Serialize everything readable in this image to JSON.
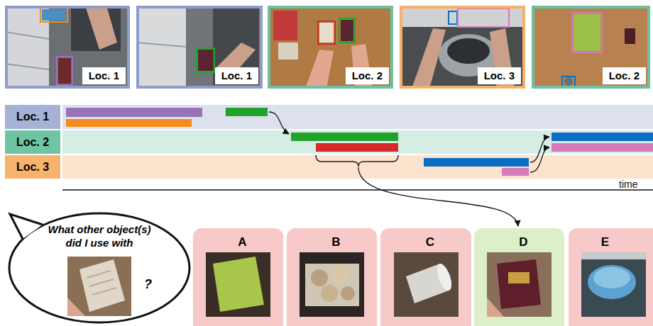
{
  "diagram": {
    "nodes": [
      {
        "text": [
          "Loc. 1"
        ]
      },
      {
        "text": [
          "Loc. 1"
        ]
      },
      {
        "text": [
          "Loc. 2"
        ]
      },
      {
        "text": [
          "Loc. 3"
        ]
      },
      {
        "text": [
          "Loc. 2"
        ]
      },
      {
        "text": [
          "Loc. 1"
        ]
      },
      {
        "text": [
          "Loc. 2"
        ]
      },
      {
        "text": [
          "Loc. 3"
        ]
      },
      {
        "text": [
          "What other object(s) did I use with",
          "?"
        ]
      },
      {
        "text": [
          "A"
        ]
      },
      {
        "text": [
          "B"
        ]
      },
      {
        "text": [
          "C"
        ]
      },
      {
        "text": [
          "D"
        ]
      },
      {
        "text": [
          "E"
        ]
      }
    ],
    "labels": [
      "time"
    ]
  }
}
